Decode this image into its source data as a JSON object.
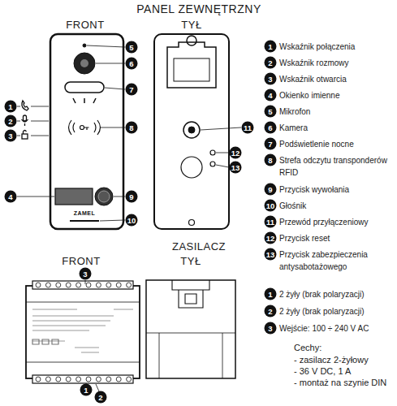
{
  "diagram": {
    "title": "PANEL ZEWNĘTRZNY",
    "labels": [
      "FRONT",
      "TYŁ",
      "1",
      "Wskaźnik połączenia",
      "2",
      "Wskaźnik rozmowy",
      "3",
      "Wskaźnik otwarcia",
      "4",
      "Okienko imienne",
      "5",
      "Mikrofon",
      "6",
      "Kamera",
      "7",
      "Podświetlenie nocne",
      "8",
      "Strefa odczytu transponderów RFID",
      "9",
      "Przycisk wywołania",
      "10",
      "Głośnik",
      "11",
      "Przewód przyłączeniowy",
      "12",
      "Przycisk reset",
      "13",
      "Przycisk zabezpieczenia antysabotażowego",
      "5",
      "6",
      "7",
      "8",
      "1",
      "2",
      "3",
      "4",
      "9",
      "10",
      "11",
      "12",
      "13",
      "ZAMEL",
      "ZASILACZ",
      "FRONT",
      "TYŁ",
      "3",
      "1",
      "2",
      "1",
      "2 żyły (brak polaryzacji)",
      "2",
      "2 żyły (brak polaryzacji)",
      "3",
      "Wejście: 100 ÷ 240 V AC",
      "Cechy:",
      "- zasilacz 2-żyłowy",
      "- 36 V DC, 1 A",
      "- montaż na szynie DIN"
    ]
  }
}
